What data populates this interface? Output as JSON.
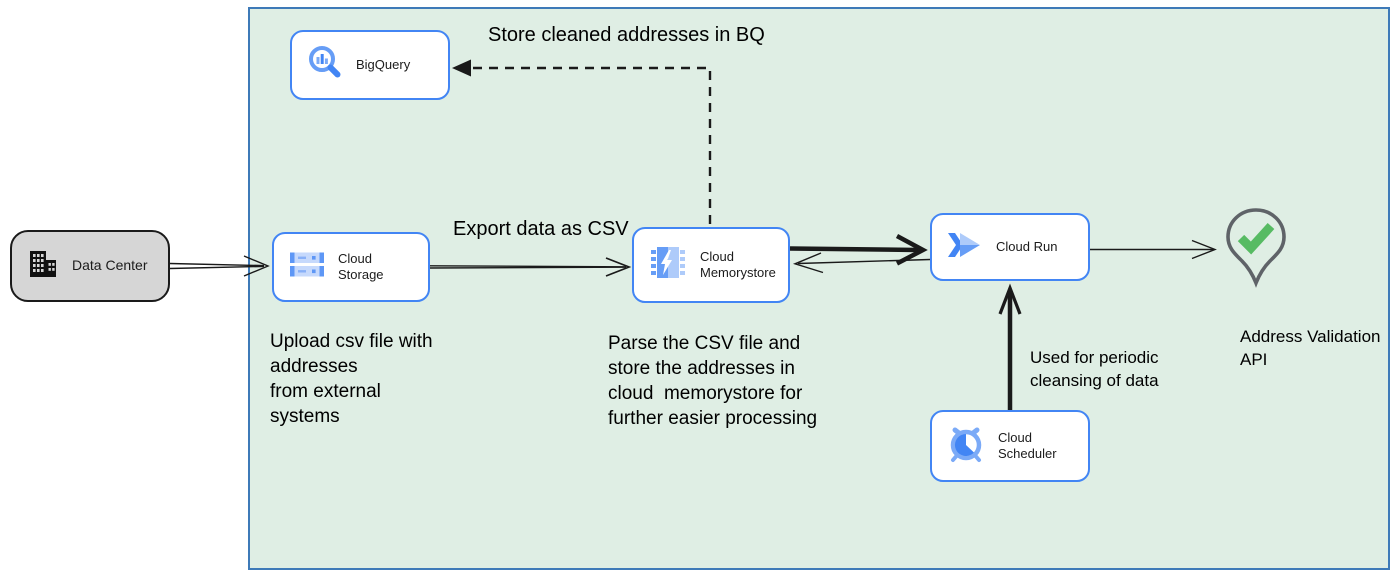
{
  "zone": {
    "name": "gcp-zone"
  },
  "nodes": {
    "data_center": {
      "label": "Data Center",
      "icon": "building-icon"
    },
    "bigquery": {
      "label": "BigQuery",
      "icon": "bigquery-magnifier-icon"
    },
    "cloud_storage": {
      "label": "Cloud Storage",
      "icon": "storage-buckets-icon"
    },
    "cloud_memorystore": {
      "label": "Cloud Memorystore",
      "icon": "memorystore-chip-icon"
    },
    "cloud_run": {
      "label": "Cloud Run",
      "icon": "cloud-run-chevron-icon"
    },
    "cloud_scheduler": {
      "label": "Cloud Scheduler",
      "icon": "scheduler-clock-icon"
    }
  },
  "annotations": {
    "store_bq": "Store cleaned addresses in BQ",
    "export_csv": "Export data as CSV",
    "upload_note": "Upload csv file with\naddresses\nfrom external\nsystems",
    "parse_note": "Parse the CSV file and\nstore the addresses in\ncloud  memorystore for\nfurther easier processing",
    "periodic_note": "Used for periodic\ncleansing of data",
    "address_api_label": "Address Validation\nAPI"
  },
  "arrows": [
    {
      "name": "arrow-datacenter-to-storage",
      "style": "double-line-open"
    },
    {
      "name": "arrow-storage-to-memorystore",
      "style": "double-line-open",
      "label": "Export data as CSV"
    },
    {
      "name": "arrow-memorystore-to-run",
      "style": "thick-open"
    },
    {
      "name": "arrow-run-to-memorystore",
      "style": "thin-open"
    },
    {
      "name": "arrow-run-to-api",
      "style": "thin-open"
    },
    {
      "name": "arrow-scheduler-to-run",
      "style": "thick-open",
      "label": "Used for periodic cleansing of data"
    },
    {
      "name": "arrow-memorystore-to-bigquery",
      "style": "dashed-solid-head",
      "label": "Store cleaned addresses in BQ"
    }
  ],
  "colors": {
    "zone_fill": "#dfeee4",
    "zone_border": "#3e7ab8",
    "node_border": "#4285f4",
    "node_fill": "#ffffff",
    "datacenter_fill": "#d6d6d6",
    "datacenter_border": "#1a1a1a",
    "arrow": "#1a1a1a",
    "check_green": "#57bb63",
    "pin_gray": "#5f6368",
    "blue_dark": "#4285f4",
    "blue_medium": "#669df6",
    "blue_light": "#aecbfa"
  }
}
